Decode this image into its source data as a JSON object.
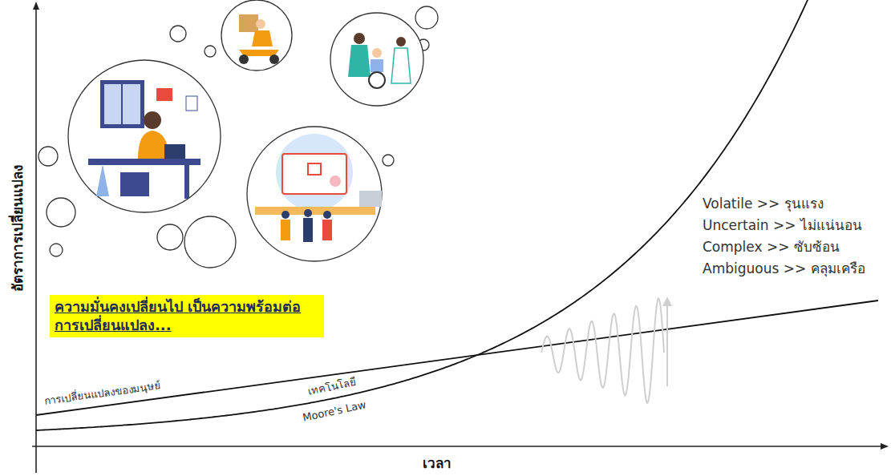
{
  "diagram": {
    "nodes": [
      {
        "text": [
          "ความมั่นคงเปลี่ยนไป เป็นความพร้อมต่อการเปลี่ยนแปลง..."
        ]
      }
    ],
    "labels": [
      "อัตราการเปลี่ยนแปลง",
      "เวลา",
      "การเปลี่ยนแปลงของมนุษย์",
      "เทคโนโลยี",
      "Moore's Law",
      "Volatile >> รุนแรง",
      "Uncertain >> ไม่แน่นอน",
      "Complex >> ซับซ้อน",
      "Ambiguous >> คลุมเครือ"
    ]
  }
}
